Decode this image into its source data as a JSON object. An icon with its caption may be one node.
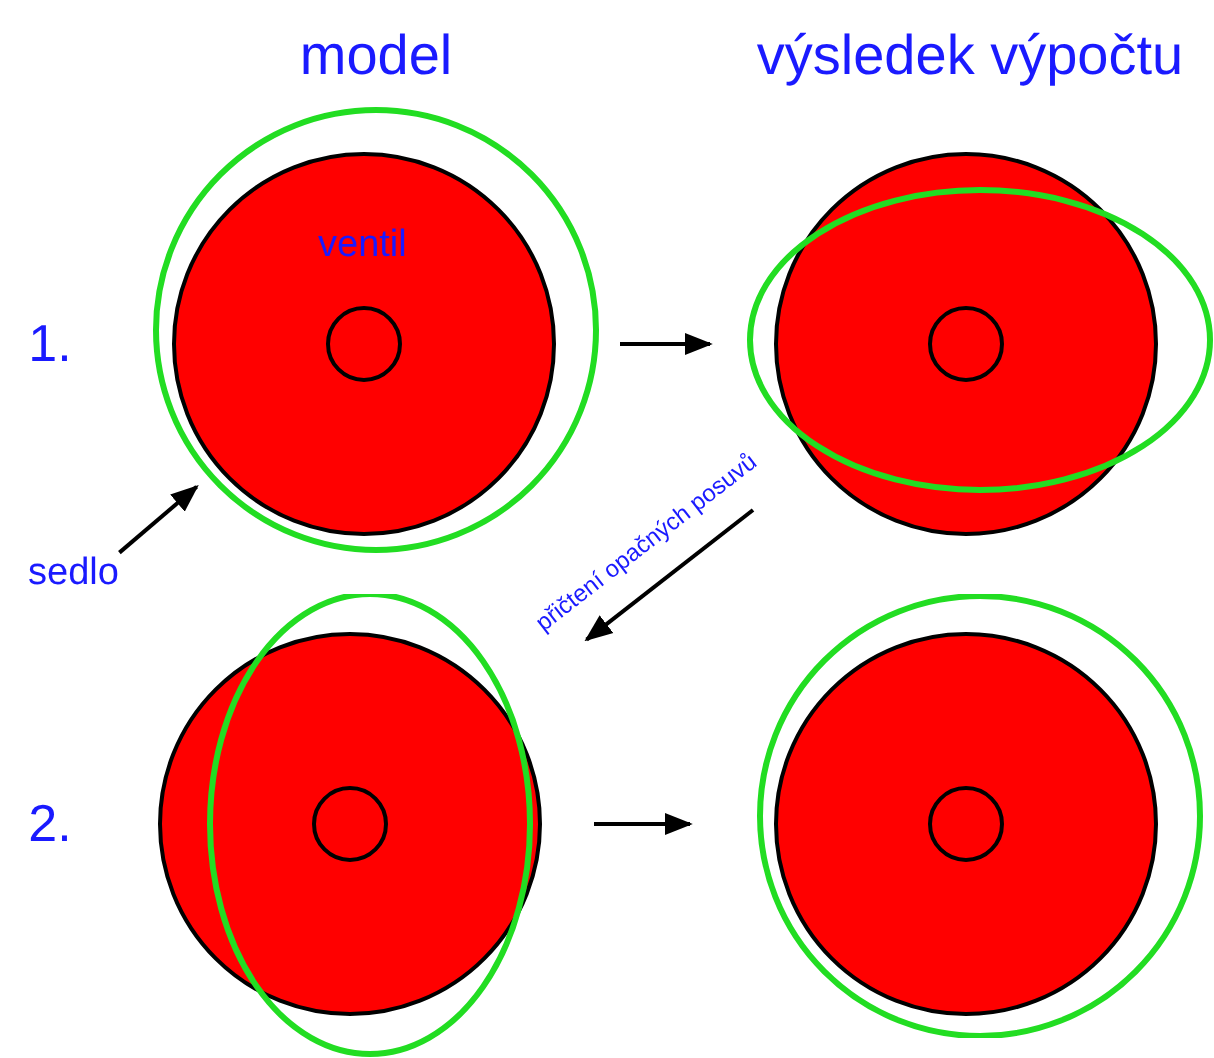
{
  "diagram": {
    "nodes": [
      {
        "text": [
          "ventil"
        ]
      },
      {
        "text": [],
        "shape": "circle"
      },
      {
        "text": [],
        "shape": "circle"
      },
      {
        "text": [],
        "shape": "circle"
      },
      {
        "text": [
          "sedlo"
        ]
      }
    ],
    "edges": [
      {
        "from": 0,
        "to": 1,
        "arrow": "to"
      },
      {
        "from": 1,
        "to": 2,
        "arrow": "to",
        "label": "přičtení opačných posuvů"
      },
      {
        "from": 2,
        "to": 3,
        "arrow": "to"
      },
      {
        "from": 4,
        "to": 0,
        "arrow": "to"
      }
    ],
    "labels": [
      "model",
      "výsledek výpočtu",
      "1.",
      "2."
    ]
  }
}
